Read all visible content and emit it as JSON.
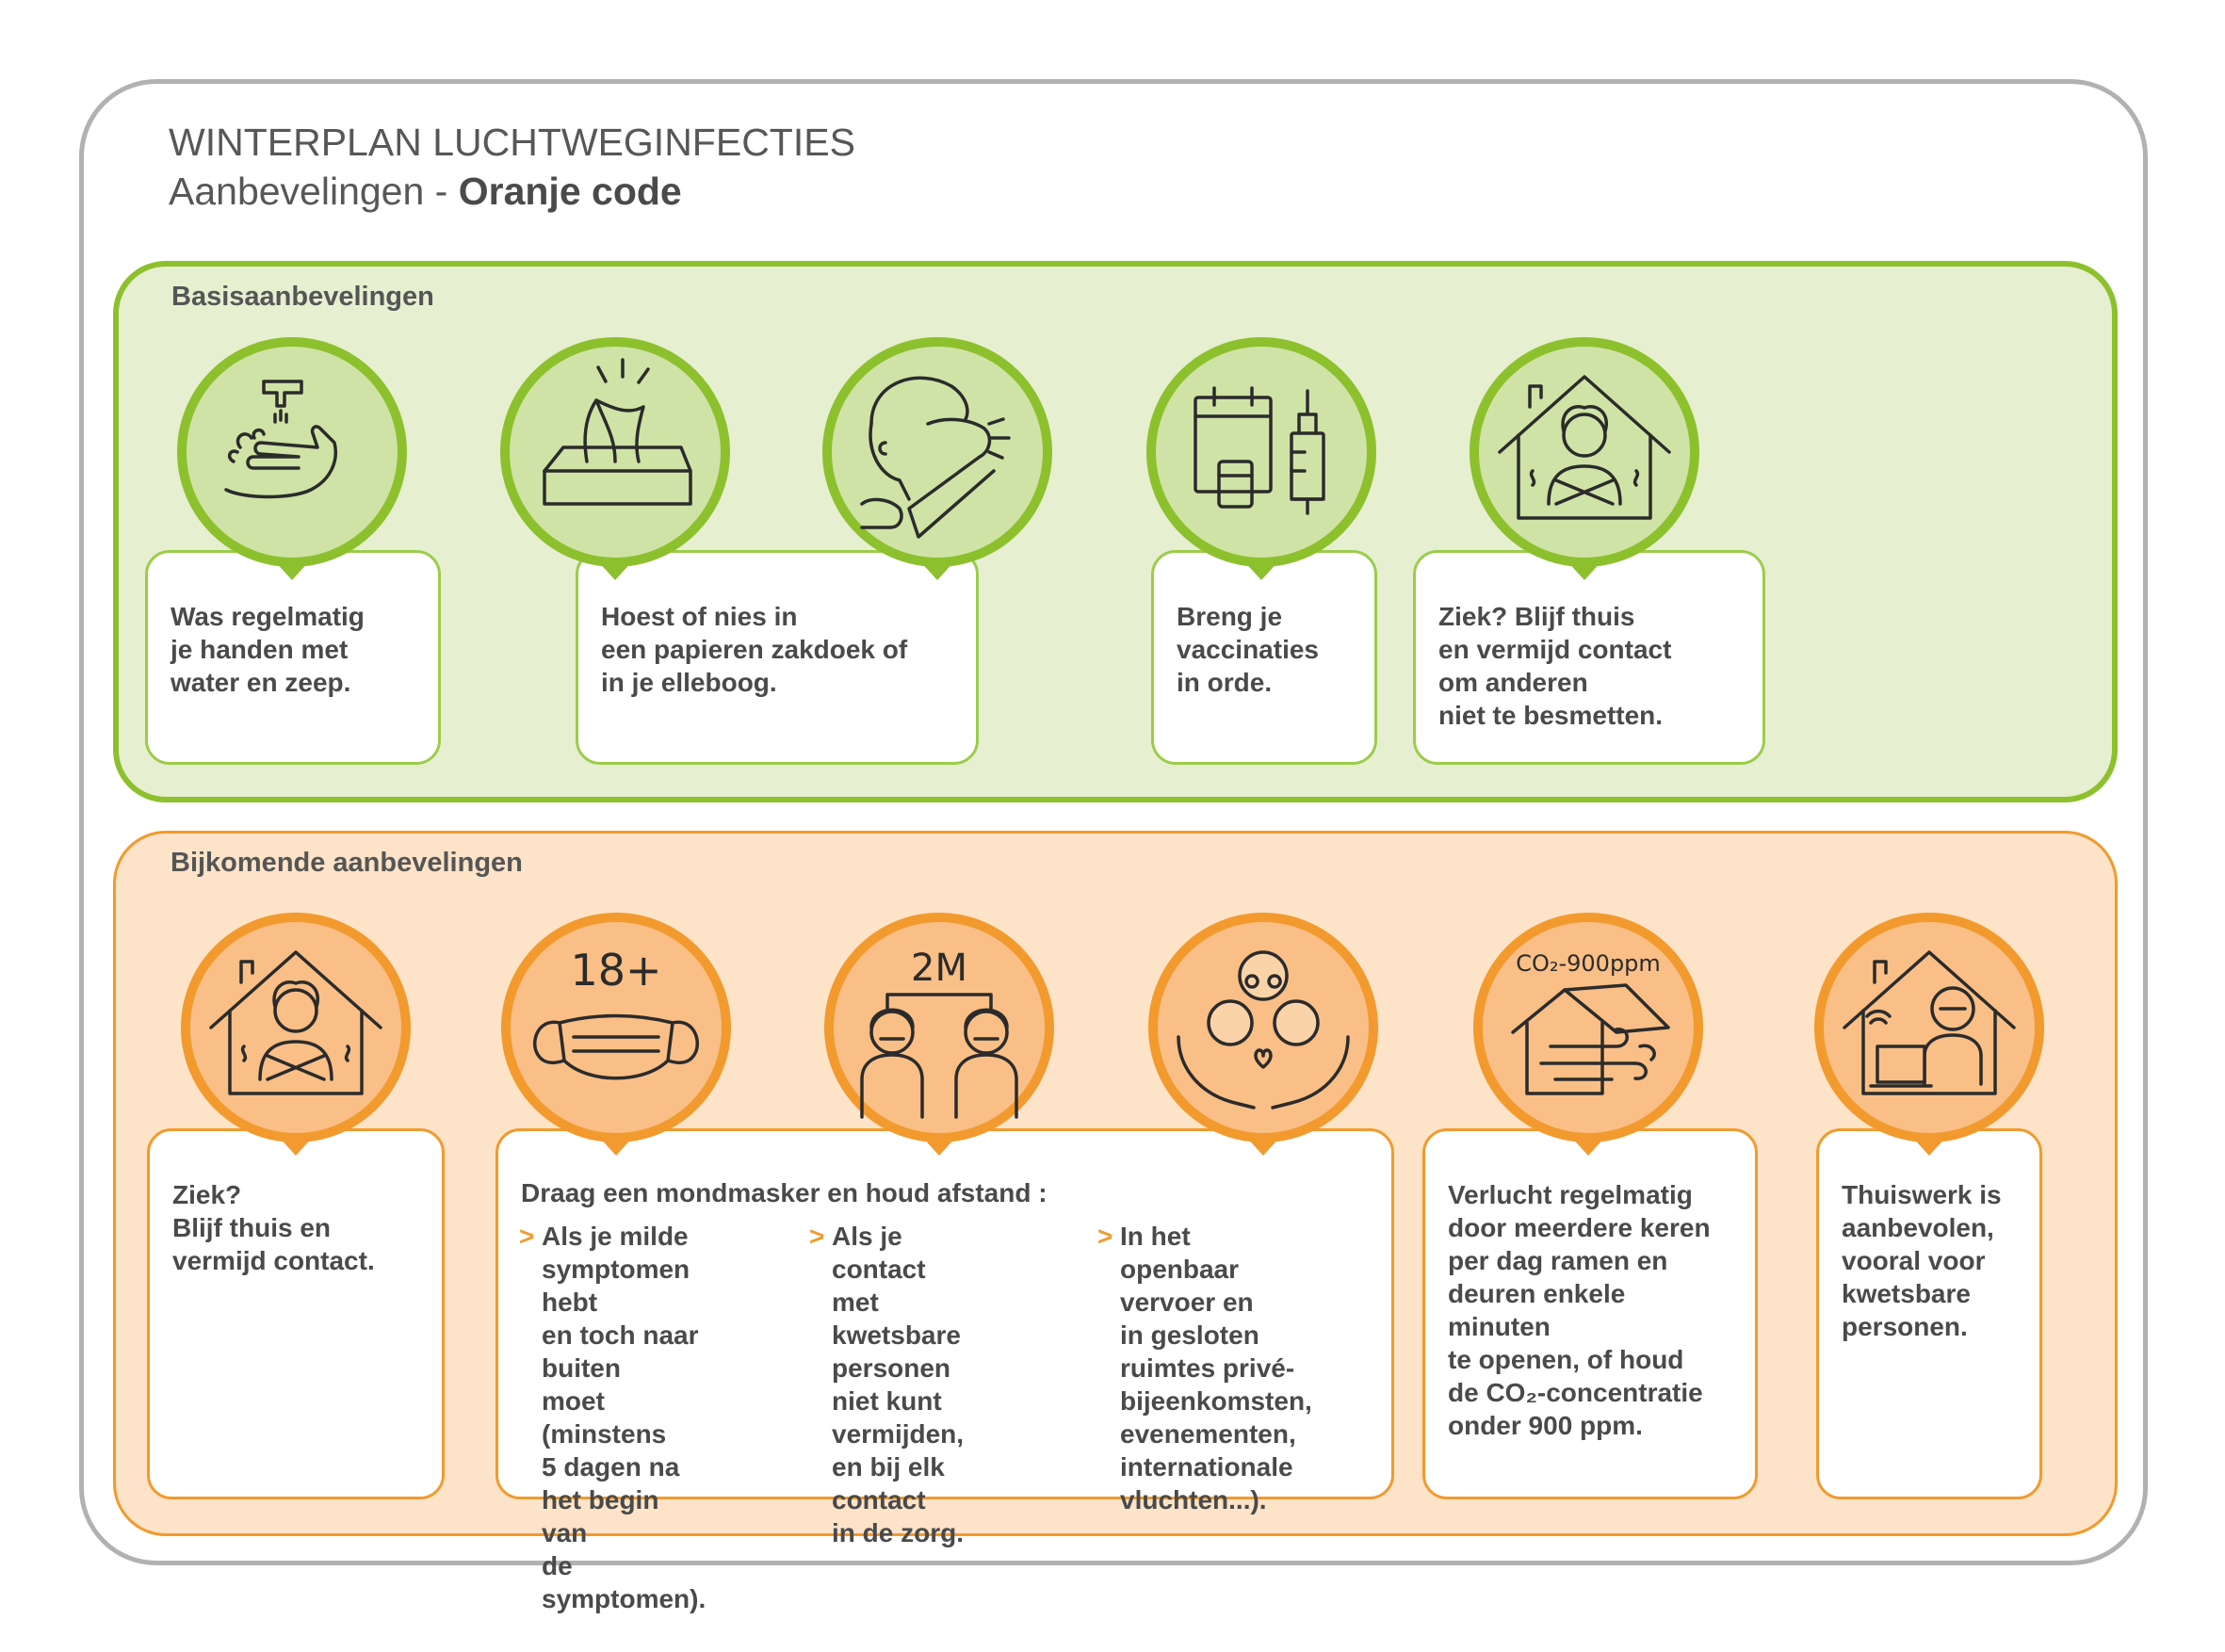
{
  "header": {
    "title": "WINTERPLAN LUCHTWEGINFECTIES",
    "subtitle_prefix": "Aanbevelingen - ",
    "subtitle_code": "Oranje code"
  },
  "colors": {
    "green": "#8dc02d",
    "green_light": "#e6efd0",
    "orange": "#f29a2e",
    "orange_light": "#fde3c8",
    "frame": "#b1b1b1"
  },
  "basis": {
    "label": "Basisaanbevelingen",
    "cards": [
      {
        "icon": "hand-washing-icon",
        "text": "Was regelmatig\nje handen met\nwater en zeep."
      },
      {
        "icon": "tissue-box-icon",
        "text": "Hoest of nies in\neen papieren zakdoek of\nin je elleboog."
      },
      {
        "icon": "cough-elbow-icon",
        "text": ""
      },
      {
        "icon": "vaccination-icon",
        "text": "Breng je\nvaccinaties\nin orde."
      },
      {
        "icon": "stay-home-icon",
        "text": "Ziek? Blijf thuis\nen vermijd contact\nom anderen\nniet te besmetten."
      }
    ]
  },
  "extra": {
    "label": "Bijkomende aanbevelingen",
    "cards": [
      {
        "icon": "stay-home-icon",
        "text": "Ziek?\nBlijf thuis en\nvermijd contact."
      },
      {
        "icon": "face-mask-icon",
        "badge": "18+"
      },
      {
        "icon": "distance-icon",
        "badge": "2M"
      },
      {
        "icon": "vulnerable-people-icon"
      },
      {
        "icon": "ventilation-icon",
        "badge": "CO₂-900ppm",
        "text": "Verlucht regelmatig\ndoor meerdere keren\nper dag ramen en\ndeuren enkele minuten\nte openen, of houd\nde CO₂-concentratie\nonder 900 ppm."
      },
      {
        "icon": "home-work-icon",
        "text": "Thuiswerk is\naanbevolen,\nvooral voor\nkwetsbare\npersonen."
      }
    ],
    "mask": {
      "intro": "Draag een mondmasker en houd afstand :",
      "bullet": ">",
      "items": [
        "Als je milde\nsymptomen hebt\nen toch naar buiten\nmoet (minstens\n5 dagen na\nhet begin van\nde symptomen).",
        "Als je contact\nmet kwetsbare\npersonen niet kunt\nvermijden,\nen bij elk contact\nin de zorg.",
        "In het openbaar\nvervoer en\nin gesloten\nruimtes privé-\nbijeenkomsten,\nevenementen,\ninternationale\nvluchten...)."
      ]
    }
  }
}
